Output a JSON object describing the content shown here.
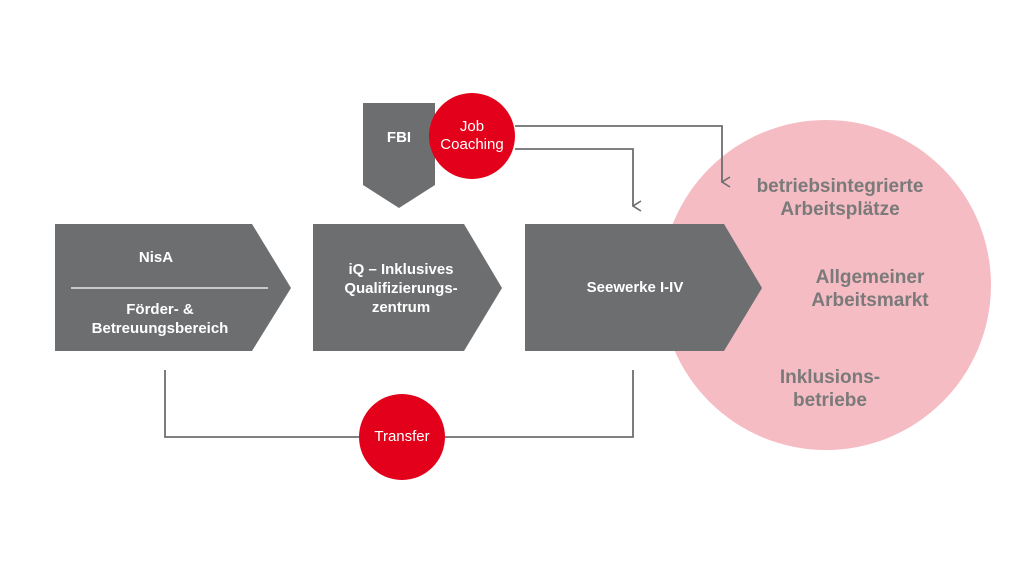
{
  "colors": {
    "gray_box": "#6d6e70",
    "accent_red": "#e2001a",
    "pink_circle": "#f5bcc3",
    "line": "#6d6e70",
    "pink_text": "#7a7a7a",
    "white_text": "#ffffff"
  },
  "nodes": {
    "nisa": {
      "title": "NisA",
      "subtitle": "Förder- & Betreuungsbereich"
    },
    "iq": {
      "label": "iQ – Inklusives Qualifizierungs-zentrum"
    },
    "seewerke": {
      "label": "Seewerke I-IV"
    },
    "fbi": {
      "label": "FBI"
    },
    "job_coaching": {
      "label": "Job Coaching"
    },
    "transfer": {
      "label": "Transfer"
    }
  },
  "market": {
    "items": [
      {
        "label": "betriebsintegrierte Arbeitsplätze"
      },
      {
        "label": "Allgemeiner Arbeitsmarkt"
      },
      {
        "label": "Inklusions-betriebe"
      }
    ]
  }
}
